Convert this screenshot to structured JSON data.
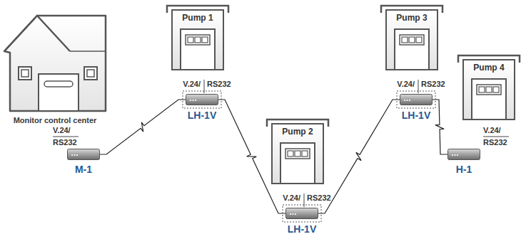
{
  "diagram": {
    "nodes": [
      {
        "text": [
          "Monitor control center"
        ]
      },
      {
        "text": [
          "Pump 1"
        ]
      },
      {
        "text": [
          "Pump 2"
        ]
      },
      {
        "text": [
          "Pump 3"
        ]
      },
      {
        "text": [
          "Pump 4"
        ]
      },
      {
        "text": [
          "V.24/",
          "RS232",
          "M-1"
        ]
      },
      {
        "text": [
          "V.24/",
          "RS232",
          "LH-1V"
        ]
      },
      {
        "text": [
          "V.24/",
          "RS232",
          "LH-1V"
        ]
      },
      {
        "text": [
          "V.24/",
          "RS232",
          "LH-1V"
        ]
      },
      {
        "text": [
          "V.24/",
          "RS232",
          "H-1"
        ]
      }
    ],
    "edges": [
      {
        "from": 5,
        "to": 6,
        "arrow": "none"
      },
      {
        "from": 6,
        "to": 7,
        "arrow": "none"
      },
      {
        "from": 7,
        "to": 8,
        "arrow": "none"
      },
      {
        "from": 8,
        "to": 9,
        "arrow": "none"
      }
    ]
  }
}
